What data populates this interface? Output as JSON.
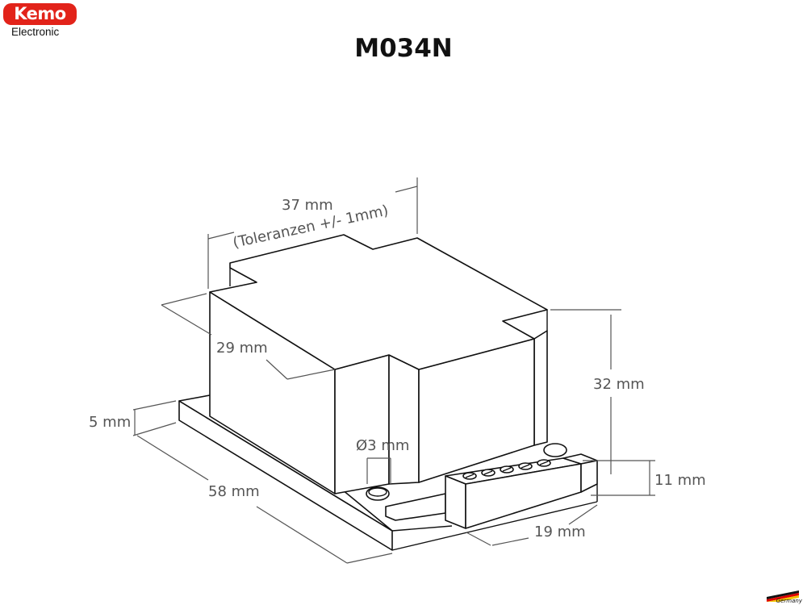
{
  "logo": {
    "brand": "Kemo",
    "subtitle": "Electronic"
  },
  "title": "M034N",
  "dimensions": {
    "width": "37 mm",
    "tolerance": "(Toleranzen +/- 1mm)",
    "depth": "29 mm",
    "height": "32 mm",
    "base_height": "5 mm",
    "base_length": "58 mm",
    "hole": "Ø3 mm",
    "terminal_height": "11 mm",
    "terminal_width": "19 mm"
  },
  "footer": {
    "country": "Germany"
  }
}
